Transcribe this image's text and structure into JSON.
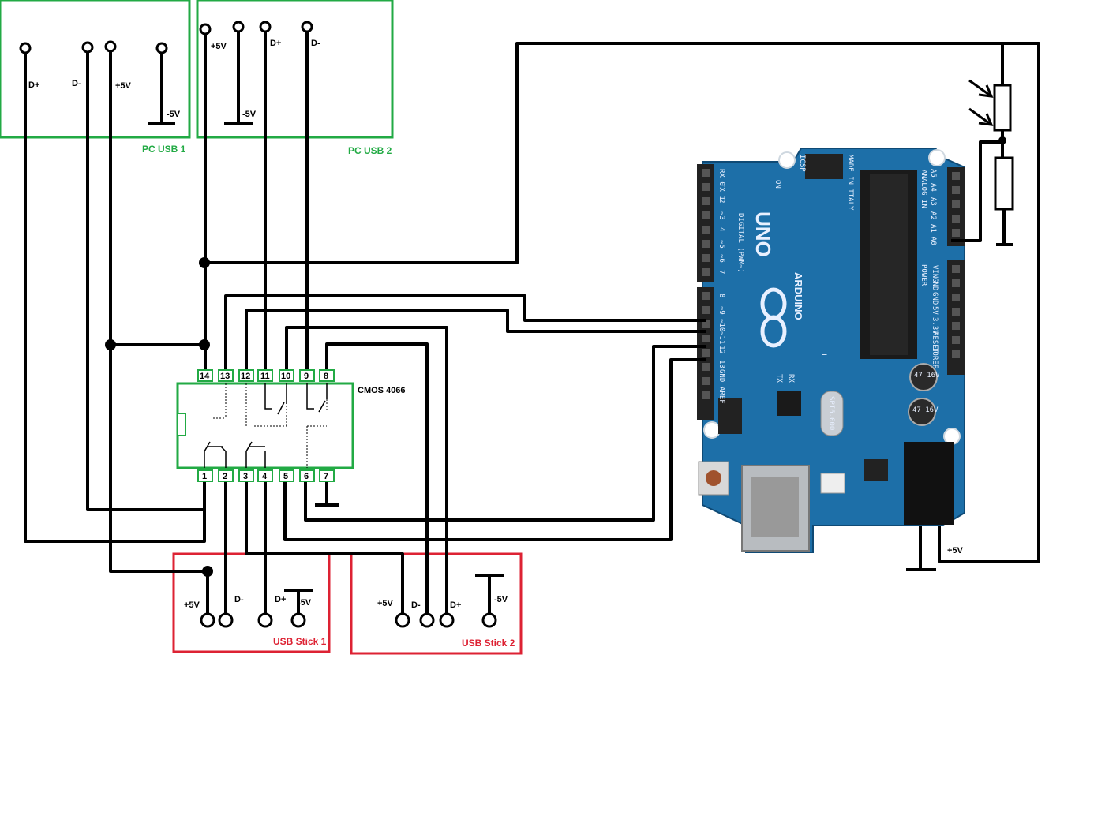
{
  "boxes": {
    "pc_usb_1": "PC USB 1",
    "pc_usb_2": "PC USB 2",
    "usb_stick_1": "USB Stick 1",
    "usb_stick_2": "USB Stick 2",
    "ic": "CMOS 4066"
  },
  "pc1_labels": {
    "dp": "D+",
    "dm": "D-",
    "vp": "+5V",
    "vm": "-5V"
  },
  "pc2_labels": {
    "vp": "+5V",
    "vm": "-5V",
    "dp": "D+",
    "dm": "D-"
  },
  "stick1_labels": {
    "vp": "+5V",
    "dm": "D-",
    "dp": "D+",
    "vm": "-5V"
  },
  "stick2_labels": {
    "vp": "+5V",
    "dm": "D-",
    "dp": "D+",
    "vm": "-5V"
  },
  "arduino_supply_label": "+5V",
  "ic_top_pins": [
    "14",
    "13",
    "12",
    "11",
    "10",
    "9",
    "8"
  ],
  "ic_bottom_pins": [
    "1",
    "2",
    "3",
    "4",
    "5",
    "6",
    "7"
  ],
  "arduino": {
    "model": "UNO",
    "brand": "ARDUINO",
    "digital_label": "DIGITAL (PWM~)",
    "analog_label": "ANALOG IN",
    "power_label": "POWER",
    "digital_pins_upper": [
      "RX 0",
      "TX 1",
      "2",
      "~3",
      "4",
      "~5",
      "~6",
      "7"
    ],
    "digital_pins_lower": [
      "8",
      "~9",
      "~10",
      "~11",
      "12",
      "13",
      "GND",
      "AREF"
    ],
    "analog_pins": [
      "A5",
      "A4",
      "A3",
      "A2",
      "A1",
      "A0"
    ],
    "power_pins": [
      "VIN",
      "GND",
      "GND",
      "5V",
      "3.3V",
      "RESET",
      "IOREF"
    ],
    "on_label": "ON",
    "icsp_label": "ICSP",
    "made_in": "MADE IN ITALY",
    "tx": "TX",
    "rx": "RX",
    "l_label": "L",
    "crystal": "SPI6.000",
    "cap1": "47 16V",
    "cap2": "47 16V"
  },
  "colors": {
    "green_box": "#22aa44",
    "red_box": "#dd2233",
    "wire": "#000000",
    "board": "#1d6fa8"
  }
}
